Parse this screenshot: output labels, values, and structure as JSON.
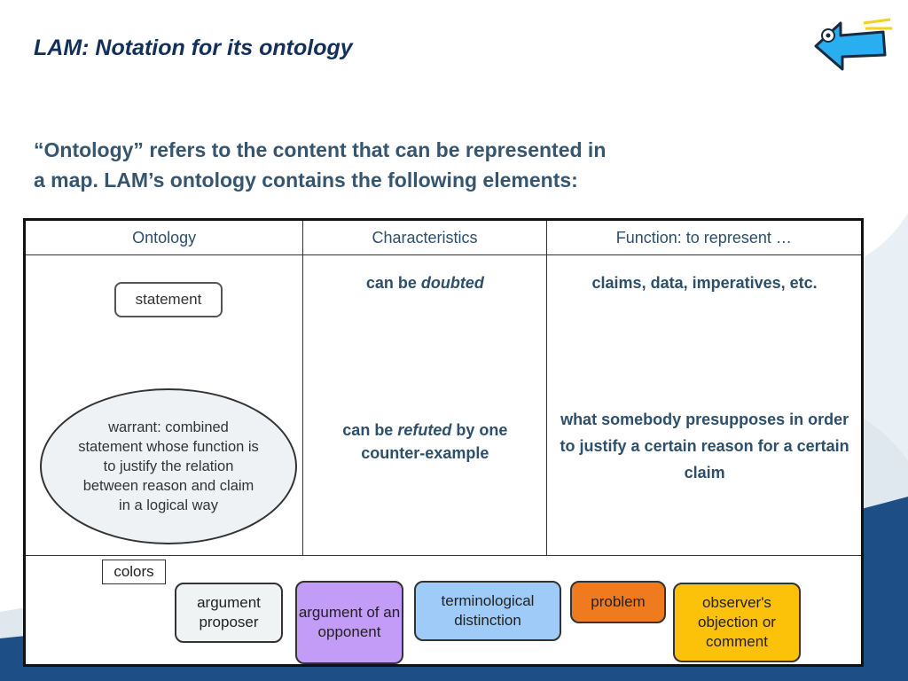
{
  "slide": {
    "title": "LAM: Notation for its ontology",
    "intro_line1": "“Ontology” refers to the content that can be represented in",
    "intro_line2": "a map. LAM’s ontology contains the following elements:"
  },
  "table": {
    "headers": [
      "Ontology",
      "Characteristics",
      "Function: to represent …"
    ],
    "statement_label": "statement",
    "warrant_label": "warrant: combined statement whose function is to justify the relation between reason and claim in a logical way",
    "char_statement_prefix": "can be ",
    "char_statement_em": "doubted",
    "char_warrant_prefix": "can be ",
    "char_warrant_em": "refuted",
    "char_warrant_suffix": " by one counter-example",
    "func_statement": "claims, data, imperatives, etc.",
    "func_warrant": "what somebody presupposes in order to justify a certain reason for a certain claim"
  },
  "colors": {
    "label": "colors",
    "chips": [
      {
        "label": "argument proposer",
        "color": "#f0f3f3"
      },
      {
        "label": "argument of an opponent",
        "color": "#c29cf6"
      },
      {
        "label": "terminological distinction",
        "color": "#9ecbf8"
      },
      {
        "label": "problem",
        "color": "#f07a1e"
      },
      {
        "label": "observer's objection or comment",
        "color": "#fcc20a"
      }
    ]
  },
  "icons": {
    "back": "back-arrow-icon"
  }
}
